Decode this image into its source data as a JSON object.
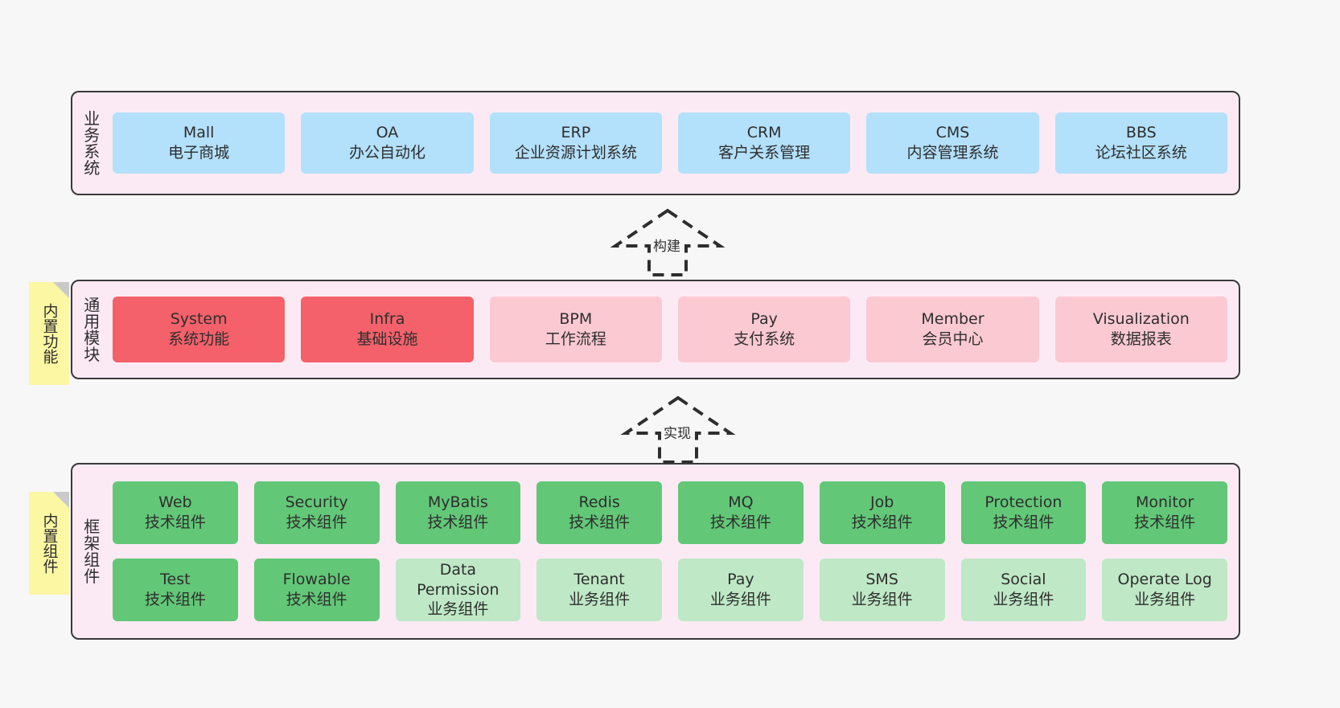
{
  "layers": [
    {
      "id": "business",
      "title": "业务系统",
      "rows": [
        {
          "cells": [
            {
              "t1": "Mall",
              "t2": "电子商城",
              "color": "blue"
            },
            {
              "t1": "OA",
              "t2": "办公自动化",
              "color": "blue"
            },
            {
              "t1": "ERP",
              "t2": "企业资源计划系统",
              "color": "blue"
            },
            {
              "t1": "CRM",
              "t2": "客户关系管理",
              "color": "blue"
            },
            {
              "t1": "CMS",
              "t2": "内容管理系统",
              "color": "blue"
            },
            {
              "t1": "BBS",
              "t2": "论坛社区系统",
              "color": "blue"
            }
          ]
        }
      ]
    },
    {
      "id": "common",
      "title": "通用模块",
      "rows": [
        {
          "cells": [
            {
              "t1": "System",
              "t2": "系统功能",
              "color": "red"
            },
            {
              "t1": "Infra",
              "t2": "基础设施",
              "color": "red"
            },
            {
              "t1": "BPM",
              "t2": "工作流程",
              "color": "pink"
            },
            {
              "t1": "Pay",
              "t2": "支付系统",
              "color": "pink"
            },
            {
              "t1": "Member",
              "t2": "会员中心",
              "color": "pink"
            },
            {
              "t1": "Visualization",
              "t2": "数据报表",
              "color": "pink"
            }
          ]
        }
      ]
    },
    {
      "id": "framework",
      "title": "框架组件",
      "rows": [
        {
          "cells": [
            {
              "t1": "Web",
              "t2": "技术组件",
              "color": "green"
            },
            {
              "t1": "Security",
              "t2": "技术组件",
              "color": "green"
            },
            {
              "t1": "MyBatis",
              "t2": "技术组件",
              "color": "green"
            },
            {
              "t1": "Redis",
              "t2": "技术组件",
              "color": "green"
            },
            {
              "t1": "MQ",
              "t2": "技术组件",
              "color": "green"
            },
            {
              "t1": "Job",
              "t2": "技术组件",
              "color": "green"
            },
            {
              "t1": "Protection",
              "t2": "技术组件",
              "color": "green"
            },
            {
              "t1": "Monitor",
              "t2": "技术组件",
              "color": "green"
            }
          ]
        },
        {
          "cells": [
            {
              "t1": "Test",
              "t2": "技术组件",
              "color": "green"
            },
            {
              "t1": "Flowable",
              "t2": "技术组件",
              "color": "green"
            },
            {
              "t1": "Data Permission",
              "t2": "业务组件",
              "color": "green-lt"
            },
            {
              "t1": "Tenant",
              "t2": "业务组件",
              "color": "green-lt"
            },
            {
              "t1": "Pay",
              "t2": "业务组件",
              "color": "green-lt"
            },
            {
              "t1": "SMS",
              "t2": "业务组件",
              "color": "green-lt"
            },
            {
              "t1": "Social",
              "t2": "业务组件",
              "color": "green-lt"
            },
            {
              "t1": "Operate Log",
              "t2": "业务组件",
              "color": "green-lt"
            }
          ]
        }
      ]
    }
  ],
  "notes": [
    {
      "id": "func",
      "label": "内置功能"
    },
    {
      "id": "comp",
      "label": "内置组件"
    }
  ],
  "arrows": [
    {
      "id": "build",
      "label": "构建"
    },
    {
      "id": "impl",
      "label": "实现"
    }
  ],
  "colors": {
    "canvas_background": "#f7f7f7",
    "layer_background": "#fbeaf4",
    "layer_border": "#3a3a3a",
    "note_background": "#fbf7a3",
    "note_fold": "#c9c9c9",
    "blue": "#b3e0fb",
    "red": "#f4616a",
    "pink": "#fbc9d2",
    "green": "#62c777",
    "green_light": "#bfe8c6",
    "text": "#2e2e2e"
  }
}
